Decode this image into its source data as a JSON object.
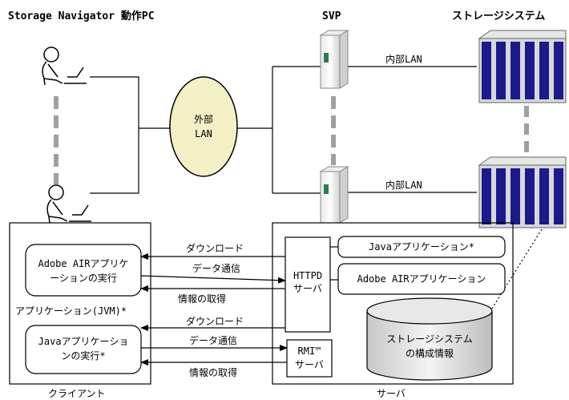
{
  "headers": {
    "pc": "Storage Navigator 動作PC",
    "svp": "SVP",
    "storage": "ストレージシステム"
  },
  "network": {
    "external_lan_1": "外部",
    "external_lan_2": "LAN",
    "internal_lan_top": "内部LAN",
    "internal_lan_bottom": "内部LAN"
  },
  "client": {
    "air_box_line1": "Adobe AIRアプリケ",
    "air_box_line2": "ーションの実行",
    "application_label": "アプリケーション(JVM)*",
    "java_box_line1": "Javaアプリケーショ",
    "java_box_line2": "ンの実行*",
    "caption": "クライアント"
  },
  "server": {
    "httpd_line1": "HTTPD",
    "httpd_line2": "サーバ",
    "java_app": "Javaアプリケーション*",
    "air_app": "Adobe AIRアプリケーション",
    "rmi_line1": "RMI™",
    "rmi_line2": "サーバ",
    "db_line1": "ストレージシステム",
    "db_line2": "の構成情報",
    "caption": "サーバ"
  },
  "flows": {
    "download_1": "ダウンロード",
    "data_comm_1": "データ通信",
    "info_get_1": "情報の取得",
    "download_2": "ダウンロード",
    "data_comm_2": "データ通信",
    "info_get_2": "情報の取得"
  },
  "colors": {
    "lan_fill": "#f2f0c4",
    "rack_blue": "#1a1a8c",
    "rack_gray": "#d8d8d8",
    "svp_green": "#2e7a4f",
    "dash_gray": "#a0a0a0"
  }
}
